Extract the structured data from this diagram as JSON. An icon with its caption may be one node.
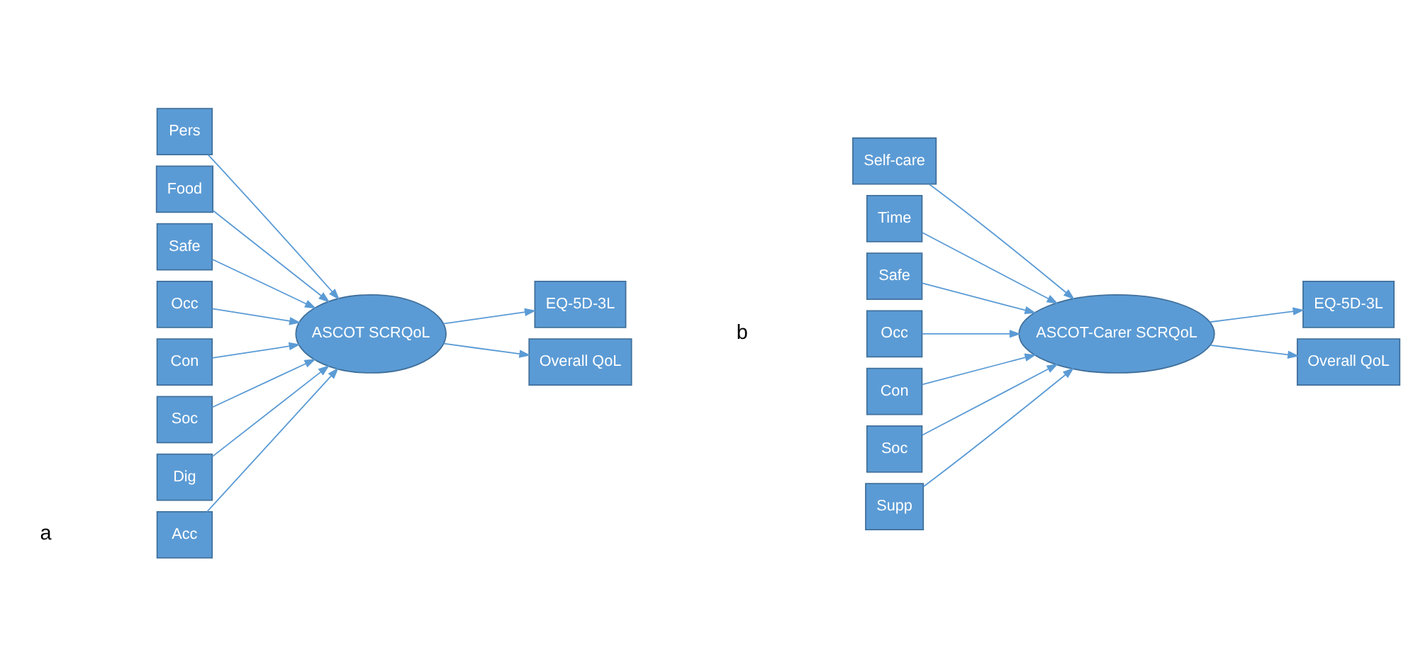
{
  "diagram": {
    "nodes": [
      {
        "text": [
          "Acc"
        ]
      },
      {
        "text": [
          "Pers"
        ]
      },
      {
        "text": [
          "Food"
        ]
      },
      {
        "text": [
          "Safe"
        ]
      },
      {
        "text": [
          "Occ"
        ]
      },
      {
        "text": [
          "Con"
        ]
      },
      {
        "text": [
          "Soc"
        ]
      },
      {
        "text": [
          "Dig"
        ]
      },
      {
        "text": [
          "ASCOT SCRQoL"
        ]
      },
      {
        "text": [
          "EQ-5D-3L"
        ]
      },
      {
        "text": [
          "Overall QoL"
        ]
      },
      {
        "text": [
          "Self-care"
        ]
      },
      {
        "text": [
          "Time"
        ]
      },
      {
        "text": [
          "Safe"
        ]
      },
      {
        "text": [
          "Occ"
        ]
      },
      {
        "text": [
          "Con"
        ]
      },
      {
        "text": [
          "Soc"
        ]
      },
      {
        "text": [
          "Supp"
        ]
      },
      {
        "text": [
          "ASCOT-Carer SCRQoL"
        ]
      },
      {
        "text": [
          "EQ-5D-3L"
        ]
      },
      {
        "text": [
          "Overall QoL"
        ]
      }
    ],
    "edges": [
      {
        "from": 0,
        "to": 8,
        "arrow": "to"
      },
      {
        "from": 1,
        "to": 8,
        "arrow": "to"
      },
      {
        "from": 2,
        "to": 8,
        "arrow": "to"
      },
      {
        "from": 3,
        "to": 8,
        "arrow": "to"
      },
      {
        "from": 4,
        "to": 8,
        "arrow": "to"
      },
      {
        "from": 5,
        "to": 8,
        "arrow": "to"
      },
      {
        "from": 6,
        "to": 8,
        "arrow": "to"
      },
      {
        "from": 7,
        "to": 8,
        "arrow": "to"
      },
      {
        "from": 8,
        "to": 9,
        "arrow": "to"
      },
      {
        "from": 8,
        "to": 10,
        "arrow": "to"
      },
      {
        "from": 11,
        "to": 18,
        "arrow": "to"
      },
      {
        "from": 12,
        "to": 18,
        "arrow": "to"
      },
      {
        "from": 13,
        "to": 18,
        "arrow": "to"
      },
      {
        "from": 14,
        "to": 18,
        "arrow": "to"
      },
      {
        "from": 15,
        "to": 18,
        "arrow": "to"
      },
      {
        "from": 16,
        "to": 18,
        "arrow": "to"
      },
      {
        "from": 17,
        "to": 18,
        "arrow": "to"
      },
      {
        "from": 18,
        "to": 19,
        "arrow": "to"
      },
      {
        "from": 18,
        "to": 20,
        "arrow": "to"
      }
    ],
    "labels": [
      "a",
      "b"
    ]
  }
}
